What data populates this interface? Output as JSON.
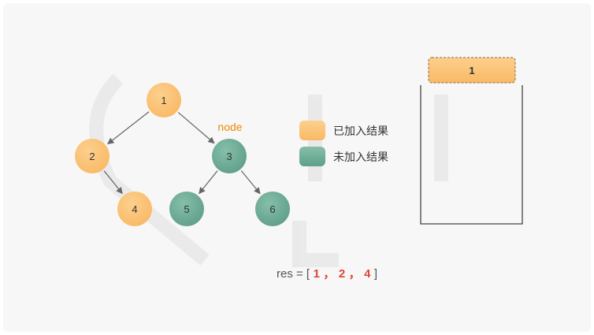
{
  "colors": {
    "added": "#f9b965",
    "added_light": "#fcd08e",
    "pending": "#5f9f8b",
    "pending_light": "#86bfa9",
    "edge": "#666666",
    "pointer": "#f08a00",
    "res_numbers": "#e0453b",
    "stack_border": "#444444"
  },
  "tree": {
    "nodes": [
      {
        "id": "n1",
        "label": "1",
        "state": "added"
      },
      {
        "id": "n2",
        "label": "2",
        "state": "added"
      },
      {
        "id": "n3",
        "label": "3",
        "state": "pending"
      },
      {
        "id": "n4",
        "label": "4",
        "state": "added"
      },
      {
        "id": "n5",
        "label": "5",
        "state": "pending"
      },
      {
        "id": "n6",
        "label": "6",
        "state": "pending"
      }
    ],
    "edges": [
      {
        "from": "n1",
        "to": "n2"
      },
      {
        "from": "n1",
        "to": "n3"
      },
      {
        "from": "n2",
        "to": "n4"
      },
      {
        "from": "n3",
        "to": "n5"
      },
      {
        "from": "n3",
        "to": "n6"
      }
    ],
    "pointer_label": "node"
  },
  "legend": {
    "added_label": "已加入结果",
    "pending_label": "未加入结果"
  },
  "stack": {
    "items": [
      "1"
    ]
  },
  "result": {
    "prefix": "res = [",
    "values": [
      "1",
      "2",
      "4"
    ],
    "separator": "，",
    "suffix": "]"
  }
}
